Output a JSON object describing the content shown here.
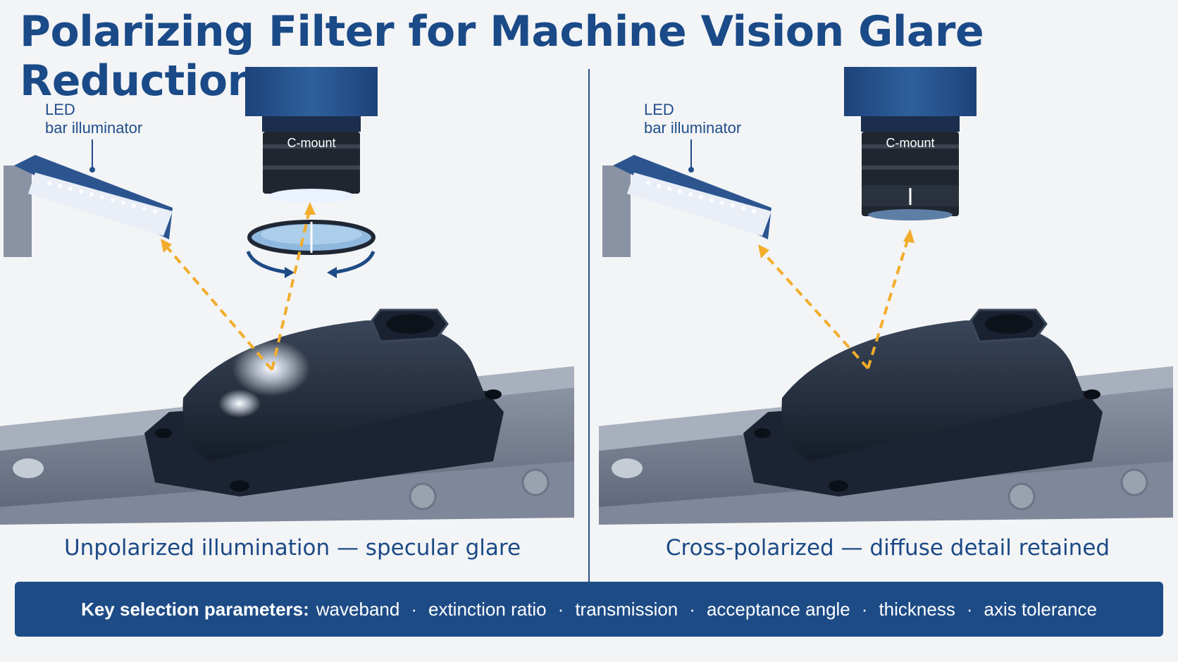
{
  "title": "Polarizing Filter for Machine Vision Glare Reduction",
  "left_panel": {
    "illuminator_label_line1": "LED",
    "illuminator_label_line2": "bar illuminator",
    "lens_label": "C-mount",
    "caption": "Unpolarized illumination — specular glare"
  },
  "right_panel": {
    "illuminator_label_line1": "LED",
    "illuminator_label_line2": "bar illuminator",
    "lens_label": "C-mount",
    "caption": "Cross-polarized — diffuse detail retained"
  },
  "footer": {
    "lead": "Key selection parameters:",
    "params": [
      "waveband",
      "extinction ratio",
      "transmission",
      "acceptance angle",
      "thickness",
      "axis tolerance"
    ],
    "separator": "·"
  },
  "colors": {
    "title_blue": "#1a4a87",
    "camera_blue": "#26558f",
    "arrow_orange": "#f2ad2b",
    "footer_bg": "#1d4b86"
  }
}
